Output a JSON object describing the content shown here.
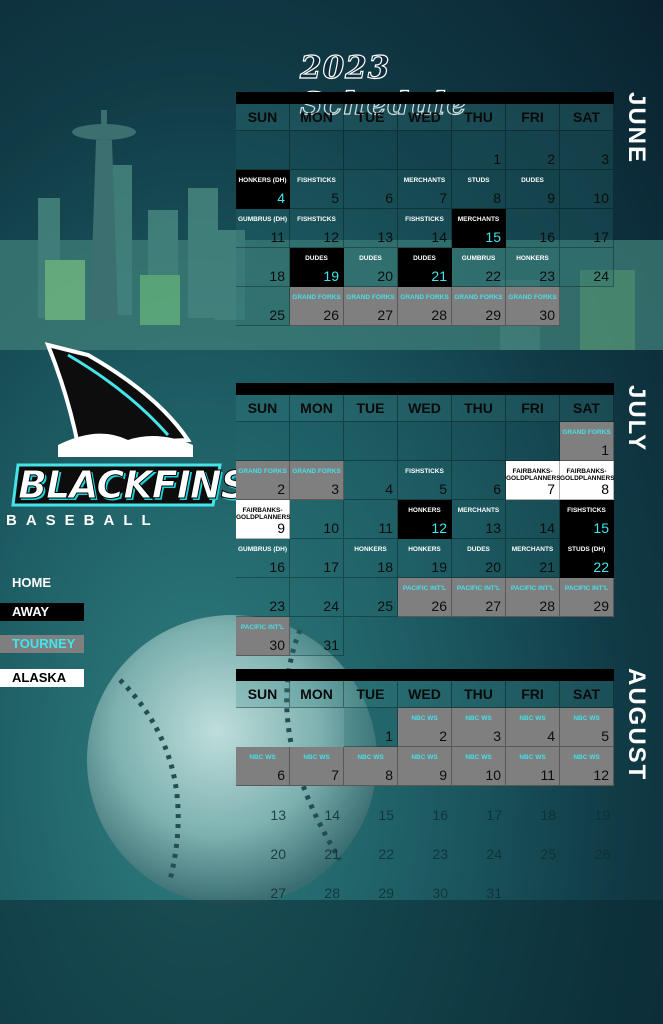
{
  "title": "2023 Schedule",
  "brand": {
    "name": "BLACKFINS",
    "sub": "BASEBALL"
  },
  "legend": [
    {
      "label": "HOME",
      "style": "home"
    },
    {
      "label": "AWAY",
      "style": "away"
    },
    {
      "label": "TOURNEY",
      "style": "tourney"
    },
    {
      "label": "ALASKA",
      "style": "alaska"
    }
  ],
  "colors": {
    "away": "#000000",
    "tourney": "#7f7f7f",
    "alaska": "#ffffff",
    "accent": "#3ee7ee"
  },
  "day_headers": [
    "SUN",
    "MON",
    "TUE",
    "WED",
    "THU",
    "FRI",
    "SAT"
  ],
  "months": [
    {
      "name": "JUNE",
      "cells": [
        {
          "day": "",
          "type": "empty"
        },
        {
          "day": "",
          "type": "empty"
        },
        {
          "day": "",
          "type": "empty"
        },
        {
          "day": "",
          "type": "empty"
        },
        {
          "day": "1",
          "type": "none"
        },
        {
          "day": "2",
          "type": "none"
        },
        {
          "day": "3",
          "type": "none"
        },
        {
          "day": "4",
          "type": "away",
          "opp": "HONKERS (DH)"
        },
        {
          "day": "5",
          "type": "home",
          "opp": "FISHSTICKS"
        },
        {
          "day": "6",
          "type": "none"
        },
        {
          "day": "7",
          "type": "home",
          "opp": "MERCHANTS"
        },
        {
          "day": "8",
          "type": "home",
          "opp": "STUDS"
        },
        {
          "day": "9",
          "type": "home",
          "opp": "DUDES"
        },
        {
          "day": "10",
          "type": "none"
        },
        {
          "day": "11",
          "type": "home",
          "opp": "GUMBRUS (DH)"
        },
        {
          "day": "12",
          "type": "home",
          "opp": "FISHSTICKS"
        },
        {
          "day": "13",
          "type": "none"
        },
        {
          "day": "14",
          "type": "home",
          "opp": "FISHSTICKS"
        },
        {
          "day": "15",
          "type": "away",
          "opp": "MERCHANTS"
        },
        {
          "day": "16",
          "type": "none"
        },
        {
          "day": "17",
          "type": "none"
        },
        {
          "day": "18",
          "type": "none"
        },
        {
          "day": "19",
          "type": "away",
          "opp": "DUDES"
        },
        {
          "day": "20",
          "type": "home",
          "opp": "DUDES"
        },
        {
          "day": "21",
          "type": "away",
          "opp": "DUDES"
        },
        {
          "day": "22",
          "type": "home",
          "opp": "GUMBRUS"
        },
        {
          "day": "23",
          "type": "home",
          "opp": "HONKERS"
        },
        {
          "day": "24",
          "type": "none"
        },
        {
          "day": "25",
          "type": "none"
        },
        {
          "day": "26",
          "type": "tourney",
          "opp": "GRAND FORKS"
        },
        {
          "day": "27",
          "type": "tourney",
          "opp": "GRAND FORKS"
        },
        {
          "day": "28",
          "type": "tourney",
          "opp": "GRAND FORKS"
        },
        {
          "day": "29",
          "type": "tourney",
          "opp": "GRAND FORKS"
        },
        {
          "day": "30",
          "type": "tourney",
          "opp": "GRAND FORKS"
        },
        {
          "day": "",
          "type": "blank"
        }
      ]
    },
    {
      "name": "JULY",
      "cells": [
        {
          "day": "",
          "type": "empty"
        },
        {
          "day": "",
          "type": "empty"
        },
        {
          "day": "",
          "type": "empty"
        },
        {
          "day": "",
          "type": "empty"
        },
        {
          "day": "",
          "type": "empty"
        },
        {
          "day": "",
          "type": "empty"
        },
        {
          "day": "1",
          "type": "tourney",
          "opp": "GRAND FORKS"
        },
        {
          "day": "2",
          "type": "tourney",
          "opp": "GRAND FORKS"
        },
        {
          "day": "3",
          "type": "tourney",
          "opp": "GRAND FORKS"
        },
        {
          "day": "4",
          "type": "none"
        },
        {
          "day": "5",
          "type": "home",
          "opp": "FISHSTICKS"
        },
        {
          "day": "6",
          "type": "none"
        },
        {
          "day": "7",
          "type": "alaska",
          "opp": "FAIRBANKS- GOLDPLANNERS"
        },
        {
          "day": "8",
          "type": "alaska",
          "opp": "FAIRBANKS- GOLDPLANNERS"
        },
        {
          "day": "9",
          "type": "alaska",
          "opp": "FAIRBANKS- GOLDPLANNERS"
        },
        {
          "day": "10",
          "type": "none"
        },
        {
          "day": "11",
          "type": "none"
        },
        {
          "day": "12",
          "type": "away",
          "opp": "HONKERS"
        },
        {
          "day": "13",
          "type": "home",
          "opp": "MERCHANTS"
        },
        {
          "day": "14",
          "type": "none"
        },
        {
          "day": "15",
          "type": "away",
          "opp": "FISHSTICKS"
        },
        {
          "day": "16",
          "type": "home",
          "opp": "GUMBRUS (DH)"
        },
        {
          "day": "17",
          "type": "none"
        },
        {
          "day": "18",
          "type": "home",
          "opp": "HONKERS"
        },
        {
          "day": "19",
          "type": "home",
          "opp": "HONKERS"
        },
        {
          "day": "20",
          "type": "home",
          "opp": "DUDES"
        },
        {
          "day": "21",
          "type": "home",
          "opp": "MERCHANTS"
        },
        {
          "day": "22",
          "type": "away",
          "opp": "STUDS (DH)"
        },
        {
          "day": "23",
          "type": "none"
        },
        {
          "day": "24",
          "type": "none"
        },
        {
          "day": "25",
          "type": "none"
        },
        {
          "day": "26",
          "type": "tourney",
          "opp": "PACIFIC INT'L"
        },
        {
          "day": "27",
          "type": "tourney",
          "opp": "PACIFIC INT'L"
        },
        {
          "day": "28",
          "type": "tourney",
          "opp": "PACIFIC INT'L"
        },
        {
          "day": "29",
          "type": "tourney",
          "opp": "PACIFIC INT'L"
        },
        {
          "day": "30",
          "type": "tourney",
          "opp": "PACIFIC INT'L"
        },
        {
          "day": "31",
          "type": "none"
        },
        {
          "day": "",
          "type": "blank"
        },
        {
          "day": "",
          "type": "blank"
        },
        {
          "day": "",
          "type": "blank"
        },
        {
          "day": "",
          "type": "blank"
        },
        {
          "day": "",
          "type": "blank"
        }
      ]
    },
    {
      "name": "AUGUST",
      "cells": [
        {
          "day": "",
          "type": "blank"
        },
        {
          "day": "",
          "type": "blank"
        },
        {
          "day": "1",
          "type": "none"
        },
        {
          "day": "2",
          "type": "tourney",
          "opp": "NBC WS"
        },
        {
          "day": "3",
          "type": "tourney",
          "opp": "NBC WS"
        },
        {
          "day": "4",
          "type": "tourney",
          "opp": "NBC WS"
        },
        {
          "day": "5",
          "type": "tourney",
          "opp": "NBC WS"
        },
        {
          "day": "6",
          "type": "tourney",
          "opp": "NBC WS"
        },
        {
          "day": "7",
          "type": "tourney",
          "opp": "NBC WS"
        },
        {
          "day": "8",
          "type": "tourney",
          "opp": "NBC WS"
        },
        {
          "day": "9",
          "type": "tourney",
          "opp": "NBC WS"
        },
        {
          "day": "10",
          "type": "tourney",
          "opp": "NBC WS"
        },
        {
          "day": "11",
          "type": "tourney",
          "opp": "NBC WS"
        },
        {
          "day": "12",
          "type": "tourney",
          "opp": "NBC WS"
        },
        {
          "day": "13",
          "type": "blank"
        },
        {
          "day": "14",
          "type": "blank"
        },
        {
          "day": "15",
          "type": "blank"
        },
        {
          "day": "16",
          "type": "blank"
        },
        {
          "day": "17",
          "type": "blank"
        },
        {
          "day": "18",
          "type": "blank"
        },
        {
          "day": "19",
          "type": "blank"
        },
        {
          "day": "20",
          "type": "blank"
        },
        {
          "day": "21",
          "type": "blank"
        },
        {
          "day": "22",
          "type": "blank"
        },
        {
          "day": "23",
          "type": "blank"
        },
        {
          "day": "24",
          "type": "blank"
        },
        {
          "day": "25",
          "type": "blank"
        },
        {
          "day": "26",
          "type": "blank"
        },
        {
          "day": "27",
          "type": "blank"
        },
        {
          "day": "28",
          "type": "blank"
        },
        {
          "day": "29",
          "type": "blank"
        },
        {
          "day": "30",
          "type": "blank"
        },
        {
          "day": "31",
          "type": "blank"
        }
      ]
    }
  ]
}
